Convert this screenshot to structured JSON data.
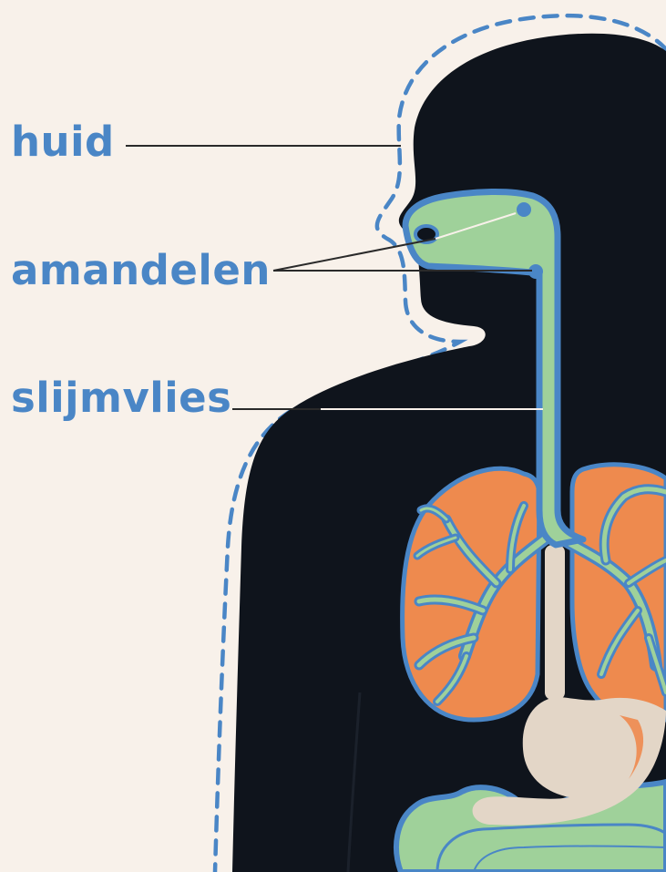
{
  "labels": {
    "skin": "huid",
    "tonsils": "amandelen",
    "mucosa": "slijmvlies"
  },
  "colors": {
    "background": "#f8f1ea",
    "body": "#0f141c",
    "label_text": "#4a86c6",
    "skin_outline": "#4a86c6",
    "airway": "#9fd19a",
    "airway_border": "#4a86c6",
    "lungs": "#ee8a4e",
    "stomach": "#e3d6c7",
    "leader_line": "#222222"
  },
  "icons": {
    "body": "human-body-silhouette",
    "lungs": "lungs-icon",
    "stomach": "stomach-icon",
    "intestines": "intestines-icon"
  }
}
